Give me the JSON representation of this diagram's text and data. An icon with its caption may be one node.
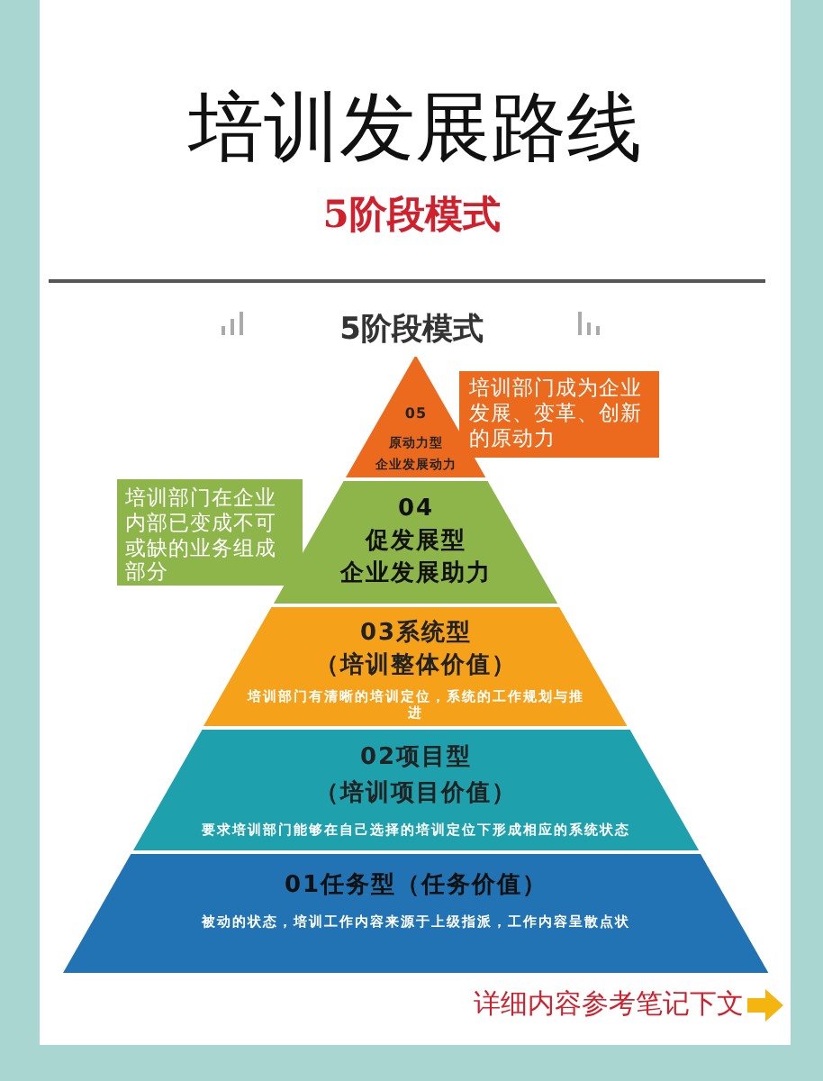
{
  "diagram": {
    "title": "培训发展路线",
    "nodes": [
      {
        "text": [
          "05",
          "原动力型",
          "企业发展动力"
        ]
      },
      {
        "text": [
          "培训部门成为企业发展、变革、创新的原动力"
        ]
      },
      {
        "text": [
          "培训部门在企业内部已变成不可或缺的业务组成部分"
        ]
      },
      {
        "text": [
          "04",
          "促发展型",
          "企业发展助力"
        ]
      },
      {
        "text": [
          "03系统型",
          "（培训整体价值）",
          "培训部门有清晰的培训定位，系统的工作规划与推进"
        ]
      },
      {
        "text": [
          "02项目型",
          "（培训项目价值）",
          "要求培训部门能够在自己选择的培训定位下形成相应的系统状态"
        ]
      },
      {
        "text": [
          "01任务型（任务价值）",
          "被动的状态，培训工作内容来源于上级指派，工作内容呈散点状"
        ]
      }
    ],
    "labels": [
      "5阶段模式",
      "5阶段模式",
      "详细内容参考笔记下文"
    ]
  }
}
